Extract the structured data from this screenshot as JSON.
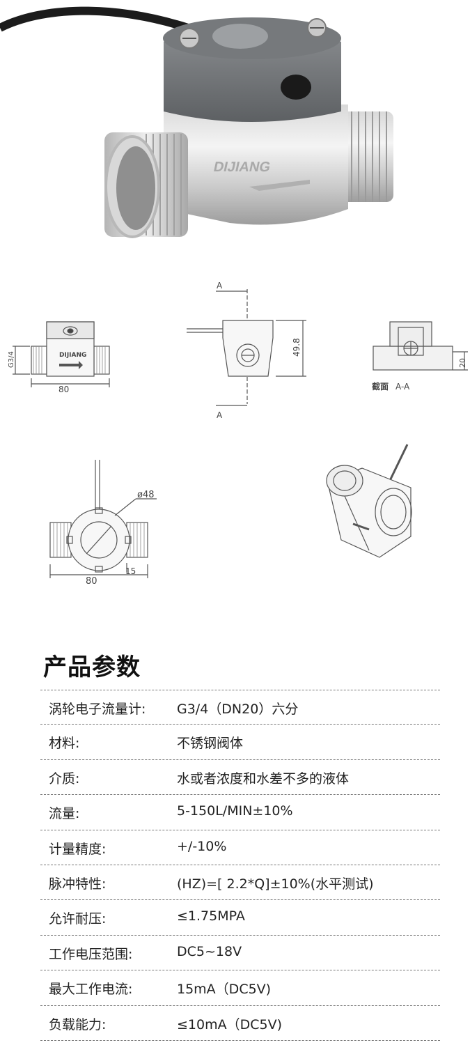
{
  "photo": {
    "brand_text": "DIJIANG"
  },
  "drawings": {
    "front_view": {
      "brand_text": "DIJIANG",
      "thread_label": "G3/4",
      "length_label": "80"
    },
    "side_view": {
      "section_top": "A",
      "section_bottom": "A",
      "height_label": "49.8"
    },
    "section_view": {
      "dim_label": "20",
      "caption_bold": "截面",
      "caption_rest": "A-A"
    },
    "bottom_view": {
      "diameter_label": "ø48",
      "length_label": "80",
      "dim_label": "15"
    }
  },
  "specs": {
    "title": "产品参数",
    "rows": [
      {
        "label": "涡轮电子流量计:",
        "value": "G3/4（DN20）六分"
      },
      {
        "label": "材料:",
        "value": "不锈钢阀体"
      },
      {
        "label": "介质:",
        "value": "水或者浓度和水差不多的液体"
      },
      {
        "label": "流量:",
        "value": "5-150L/MIN±10%"
      },
      {
        "label": "计量精度:",
        "value": "+/-10%"
      },
      {
        "label": "脉冲特性:",
        "value": "(HZ)=[ 2.2*Q]±10%(水平测试)"
      },
      {
        "label": "允许耐压:",
        "value": "≤1.75MPA"
      },
      {
        "label": "工作电压范围:",
        "value": "DC5~18V"
      },
      {
        "label": "最大工作电流:",
        "value": "15mA（DC5V)"
      },
      {
        "label": "负载能力:",
        "value": "≤10mA（DC5V)"
      }
    ]
  }
}
